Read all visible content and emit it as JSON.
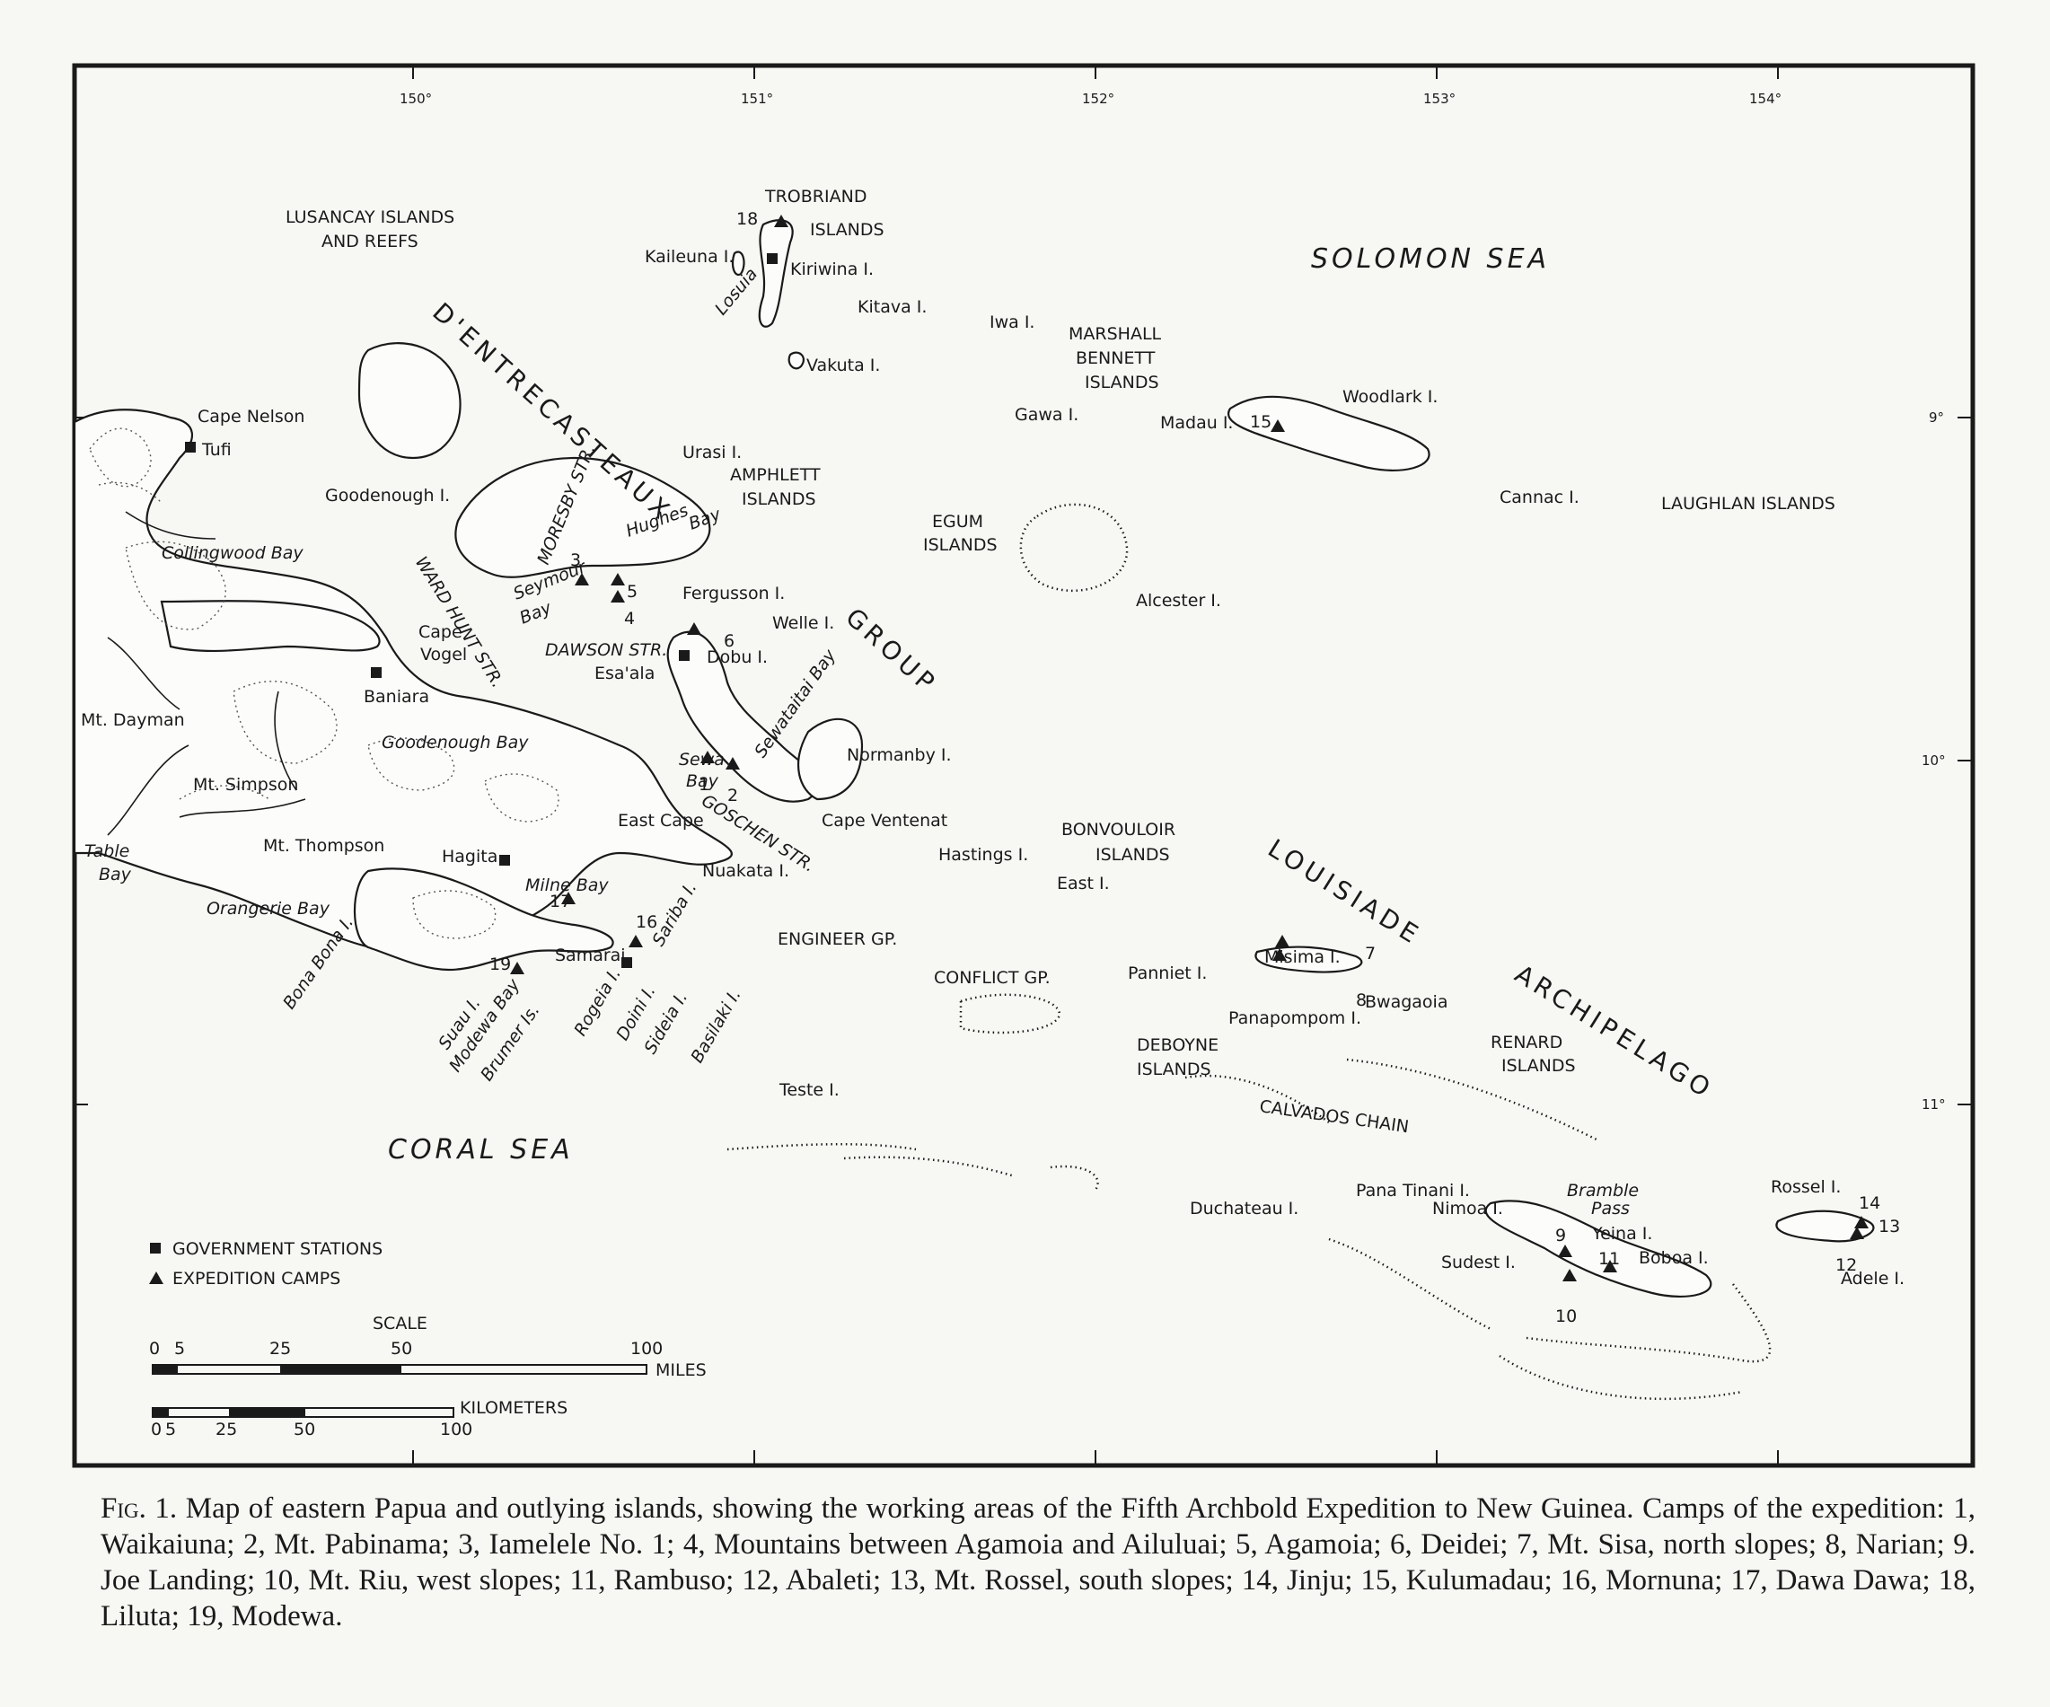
{
  "ticks": {
    "longitudes": [
      "150°",
      "151°",
      "152°",
      "153°",
      "154°"
    ],
    "latitudes": [
      "9°",
      "10°",
      "11°"
    ]
  },
  "seas": {
    "solomon": "SOLOMON  SEA",
    "coral": "CORAL  SEA"
  },
  "groups": {
    "dentrecasteaux": "D'ENTRECASTEAUX",
    "group": "GROUP",
    "louisiade": "LOUISIADE",
    "archipelago": "ARCHIPELAGO"
  },
  "places": {
    "lusancay_1": "LUSANCAY ISLANDS",
    "lusancay_2": "AND REEFS",
    "trobriand_1": "TROBRIAND",
    "trobriand_2": "ISLANDS",
    "kaileuna": "Kaileuna I.",
    "losuia": "Losuia",
    "kiriwina": "Kiriwina I.",
    "kitava": "Kitava I.",
    "vakuta": "Vakuta I.",
    "iwa": "Iwa I.",
    "marshall_1": "MARSHALL",
    "marshall_2": "BENNETT",
    "marshall_3": "ISLANDS",
    "gawa": "Gawa I.",
    "madau": "Madau I.",
    "woodlark": "Woodlark I.",
    "cannac": "Cannac I.",
    "laughlan": "LAUGHLAN ISLANDS",
    "cape_nelson": "Cape Nelson",
    "tufi": "Tufi",
    "urasi": "Urasi I.",
    "amphlett_1": "AMPHLETT",
    "amphlett_2": "ISLANDS",
    "goodenough_i": "Goodenough I.",
    "moresby_str": "MORESBY STR.",
    "hughes_1": "Hughes",
    "hughes_2": "Bay",
    "egum_1": "EGUM",
    "egum_2": "ISLANDS",
    "collingwood": "Collingwood Bay",
    "ward_hunt": "WARD HUNT STR.",
    "seymour_1": "Seymour",
    "seymour_2": "Bay",
    "fergusson": "Fergusson I.",
    "welle": "Welle I.",
    "alcester": "Alcester I.",
    "cape_vogel_1": "Cape",
    "cape_vogel_2": "Vogel",
    "dawson_str": "DAWSON STR.",
    "dobu": "Dobu I.",
    "esaala": "Esa'ala",
    "baniara": "Baniara",
    "mt_dayman": "Mt. Dayman",
    "sewataitai": "Sewataitai Bay",
    "goodenough_bay": "Goodenough Bay",
    "normanby": "Normanby I.",
    "sewa_1": "Sewa",
    "sewa_2": "Bay",
    "mt_simpson": "Mt. Simpson",
    "east_cape": "East Cape",
    "goschen": "GOSCHEN STR.",
    "cape_ventenat": "Cape Ventenat",
    "bonvouloir_1": "BONVOULOIR",
    "bonvouloir_2": "ISLANDS",
    "hastings": "Hastings I.",
    "table_1": "Table",
    "table_2": "Bay",
    "mt_thompson": "Mt. Thompson",
    "hagita": "Hagita",
    "nuakata": "Nuakata I.",
    "east_i": "East I.",
    "orangerie": "Orangerie Bay",
    "milne": "Milne Bay",
    "sariba": "Sariba I.",
    "engineer": "ENGINEER GP.",
    "bona_bona": "Bona Bona I.",
    "samarai": "Samarai",
    "conflict": "CONFLICT GP.",
    "panniet": "Panniet I.",
    "misima": "Misima I.",
    "bwagaoia": "Bwagaoia",
    "panapompom": "Panapompom I.",
    "suau": "Suau I.",
    "modewa": "Modewa Bay",
    "brumer": "Brumer Is.",
    "rogeia": "Rogeia I.",
    "doini": "Doini I.",
    "sideia": "Sideia I.",
    "basilaki": "Basilaki I.",
    "deboyne_1": "DEBOYNE",
    "deboyne_2": "ISLANDS",
    "renard_1": "RENARD",
    "renard_2": "ISLANDS",
    "teste": "Teste I.",
    "calvados": "CALVADOS CHAIN",
    "pana_tinani": "Pana Tinani I.",
    "bramble_1": "Bramble",
    "bramble_2": "Pass",
    "rossel": "Rossel I.",
    "duchateau": "Duchateau I.",
    "nimoa": "Nimoa I.",
    "yeina": "Yeina I.",
    "sudest": "Sudest I.",
    "boboa": "Boboa I.",
    "adele": "Adele I."
  },
  "camps": [
    "1",
    "2",
    "3",
    "4",
    "5",
    "6",
    "7",
    "8",
    "9",
    "10",
    "11",
    "12",
    "13",
    "14",
    "15",
    "16",
    "17",
    "18",
    "19"
  ],
  "legend": {
    "government_stations": "GOVERNMENT STATIONS",
    "expedition_camps": "EXPEDITION CAMPS"
  },
  "scale": {
    "title": "SCALE",
    "miles_ticks": [
      "0",
      "5",
      "25",
      "50",
      "100"
    ],
    "miles_unit": "MILES",
    "km_unit": "KILOMETERS",
    "km_ticks": [
      "0",
      "5",
      "25",
      "50",
      "100"
    ]
  },
  "caption": {
    "fig": "Fig. 1.",
    "text": "Map of eastern Papua and outlying islands, showing the working areas of the Fifth Archbold Expedition to New Guinea. Camps of the expedition: 1, Waikaiuna; 2, Mt. Pabinama; 3, Iamelele No. 1; 4, Mountains between Agamoia and Ailuluai; 5, Agamoia; 6, Deidei; 7, Mt. Sisa, north slopes; 8, Narian; 9. Joe Landing; 10, Mt. Riu, west slopes; 11, Rambuso; 12, Abaleti; 13, Mt. Rossel, south slopes; 14, Jinju; 15, Kulumadau; 16, Mornuna; 17, Dawa Dawa; 18, Liluta; 19, Modewa."
  }
}
